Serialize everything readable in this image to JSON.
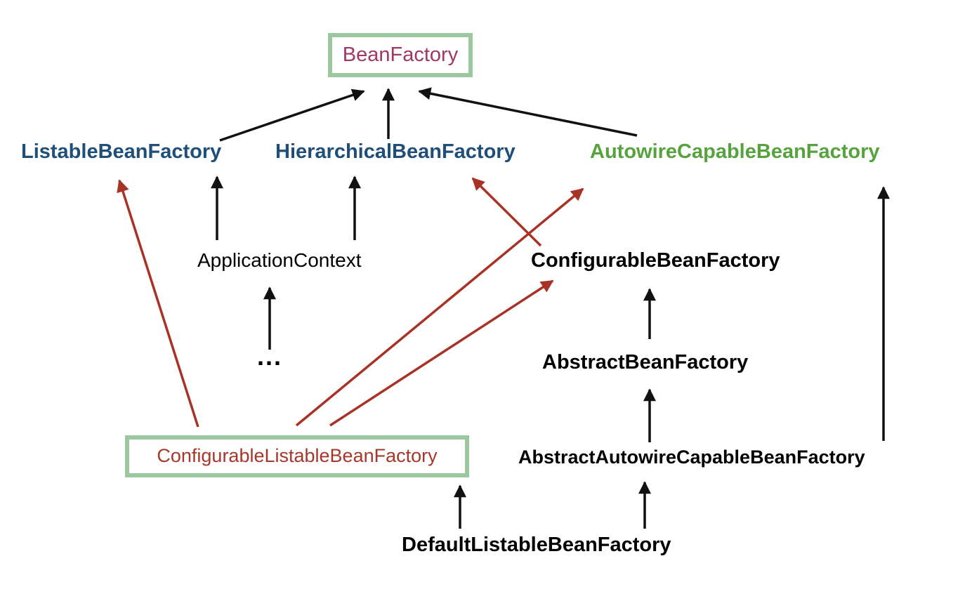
{
  "diagram": {
    "type": "class-hierarchy",
    "subject": "Spring BeanFactory hierarchy",
    "nodes": {
      "bean_factory": {
        "label": "BeanFactory",
        "text_color": "#A03865",
        "boxed": true
      },
      "listable_bean_factory": {
        "label": "ListableBeanFactory",
        "text_color": "#1F4E79",
        "bold": true
      },
      "hierarchical_bean_factory": {
        "label": "HierarchicalBeanFactory",
        "text_color": "#1F4E79",
        "bold": true
      },
      "autowire_capable_bean_factory": {
        "label": "AutowireCapableBeanFactory",
        "text_color": "#56A33E",
        "bold": true
      },
      "application_context": {
        "label": "ApplicationContext",
        "text_color": "#000000"
      },
      "configurable_bean_factory": {
        "label": "ConfigurableBeanFactory",
        "text_color": "#000000",
        "bold": true
      },
      "ellipsis": {
        "label": "...",
        "text_color": "#000000",
        "bold": true
      },
      "abstract_bean_factory": {
        "label": "AbstractBeanFactory",
        "text_color": "#000000",
        "bold": true
      },
      "configurable_listable_bean_factory": {
        "label": "ConfigurableListableBeanFactory",
        "text_color": "#A5382A",
        "boxed": true
      },
      "abstract_autowire_capable_bean_factory": {
        "label": "AbstractAutowireCapableBeanFactory",
        "text_color": "#000000",
        "bold": true
      },
      "default_listable_bean_factory": {
        "label": "DefaultListableBeanFactory",
        "text_color": "#000000",
        "bold": true
      }
    },
    "edges": [
      {
        "from": "ListableBeanFactory",
        "to": "BeanFactory",
        "color": "#111111"
      },
      {
        "from": "HierarchicalBeanFactory",
        "to": "BeanFactory",
        "color": "#111111"
      },
      {
        "from": "AutowireCapableBeanFactory",
        "to": "BeanFactory",
        "color": "#111111"
      },
      {
        "from": "ApplicationContext",
        "to": "ListableBeanFactory",
        "color": "#111111"
      },
      {
        "from": "ApplicationContext",
        "to": "HierarchicalBeanFactory",
        "color": "#111111"
      },
      {
        "from": "...",
        "to": "ApplicationContext",
        "color": "#111111"
      },
      {
        "from": "AbstractBeanFactory",
        "to": "ConfigurableBeanFactory",
        "color": "#111111"
      },
      {
        "from": "AbstractAutowireCapableBeanFactory",
        "to": "AbstractBeanFactory",
        "color": "#111111"
      },
      {
        "from": "AbstractAutowireCapableBeanFactory",
        "to": "AutowireCapableBeanFactory",
        "color": "#111111"
      },
      {
        "from": "DefaultListableBeanFactory",
        "to": "ConfigurableListableBeanFactory",
        "color": "#111111"
      },
      {
        "from": "DefaultListableBeanFactory",
        "to": "AbstractAutowireCapableBeanFactory",
        "color": "#111111"
      },
      {
        "from": "ConfigurableListableBeanFactory",
        "to": "ListableBeanFactory",
        "color": "#A93226"
      },
      {
        "from": "ConfigurableBeanFactory",
        "to": "HierarchicalBeanFactory",
        "color": "#A93226"
      },
      {
        "from": "ConfigurableListableBeanFactory",
        "to": "AutowireCapableBeanFactory",
        "color": "#A93226"
      },
      {
        "from": "ConfigurableListableBeanFactory",
        "to": "ConfigurableBeanFactory",
        "color": "#A93226"
      }
    ],
    "colors": {
      "box_border_green": "#9CC8A0",
      "arrow_black": "#111111",
      "arrow_red": "#A93226",
      "title_purple": "#A03865",
      "interface_blue": "#1F4E79",
      "interface_green": "#56A33E",
      "highlight_red": "#A5382A"
    }
  }
}
